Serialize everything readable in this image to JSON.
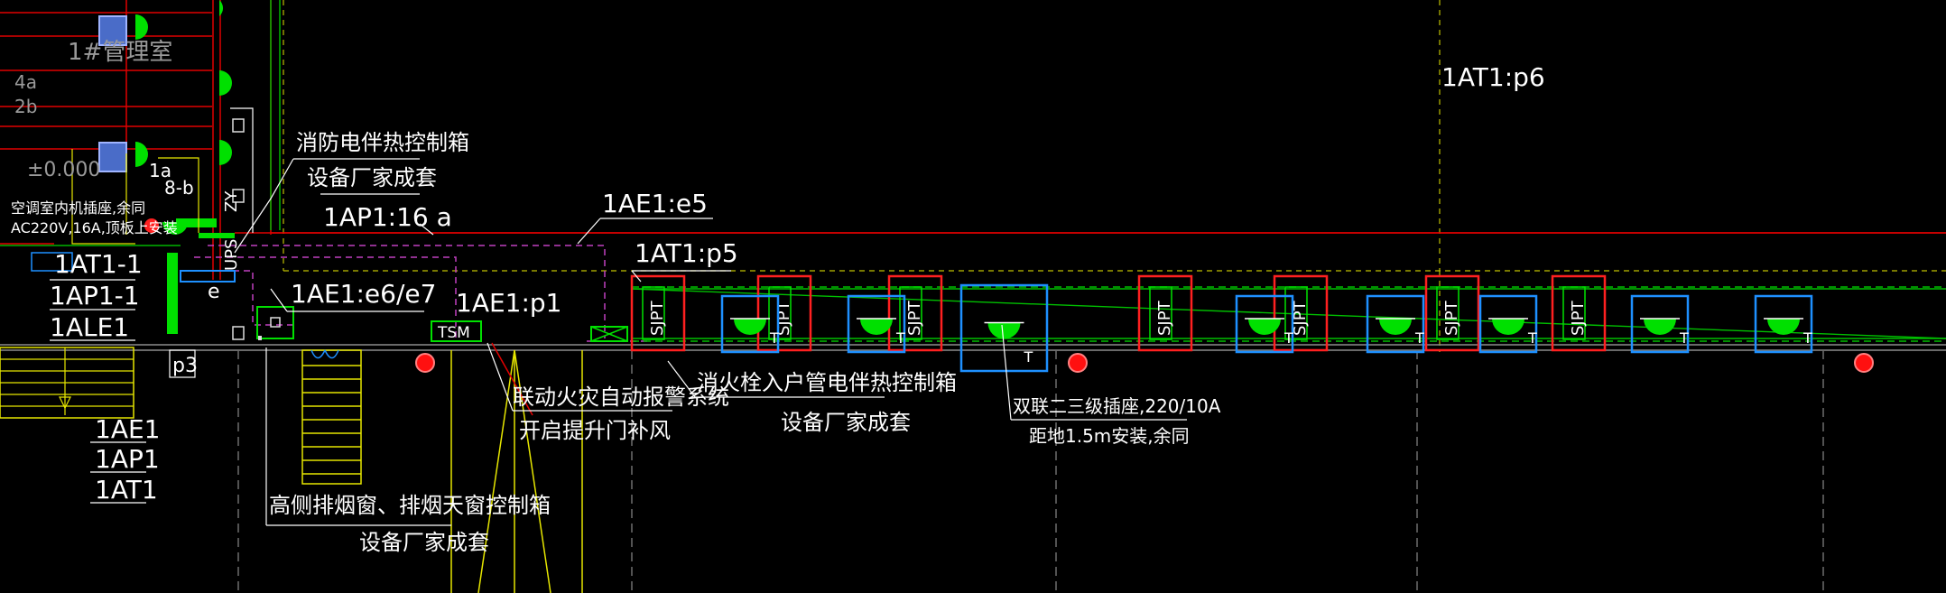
{
  "drawing": {
    "labels": {
      "room_name": "1#管理室",
      "circuit_4a": "4a",
      "circuit_2b": "2b",
      "elevation": "±0.000",
      "circuit_1a": "1a",
      "circuit_8b": "8-b",
      "ac_note_line1": "空调室内机插座,余同",
      "ac_note_line2": "AC220V,16A,顶板上安装",
      "fire_heat_box_line1": "消防电伴热控制箱",
      "fire_heat_box_line2": "设备厂家成套",
      "ap1_16a": "1AP1:16 a",
      "ae1_e5": "1AE1:e5",
      "at1_p5": "1AT1:p5",
      "at1_p6": "1AT1:p6",
      "ae1_e6e7": "1AE1:e6/e7",
      "ae1_p1": "1AE1:p1",
      "tsm": "TSM",
      "e_mark": "e",
      "ups": "UPS",
      "zy": "ZY",
      "p3": "p3",
      "panel_at1_1": "1AT1-1",
      "panel_ap1_1": "1AP1-1",
      "panel_ale1": "1ALE1",
      "panel_ae1": "1AE1",
      "panel_ap1": "1AP1",
      "panel_at1": "1AT1",
      "fire_alarm_line1": "联动火灾自动报警系统",
      "fire_alarm_line2": "开启提升门补风",
      "hydrant_line1": "消火栓入户管电伴热控制箱",
      "hydrant_line2": "设备厂家成套",
      "socket_line1": "双联二三级插座,220/10A",
      "socket_line2": "距地1.5m安装,余同",
      "smoke_line1": "高侧排烟窗、排烟天窗控制箱",
      "smoke_line2": "设备厂家成套",
      "sjpt": "SJPT",
      "socket_t": "T"
    },
    "colors": {
      "background": "#000000",
      "wall_red": "#e00000",
      "equipment_green": "#00ff00",
      "box_blue": "#1e90ff",
      "wire_magenta": "#c040c0",
      "leader_yellow": "#e6e600",
      "text_white": "#ffffff",
      "text_gray": "#9a9a9a"
    }
  }
}
